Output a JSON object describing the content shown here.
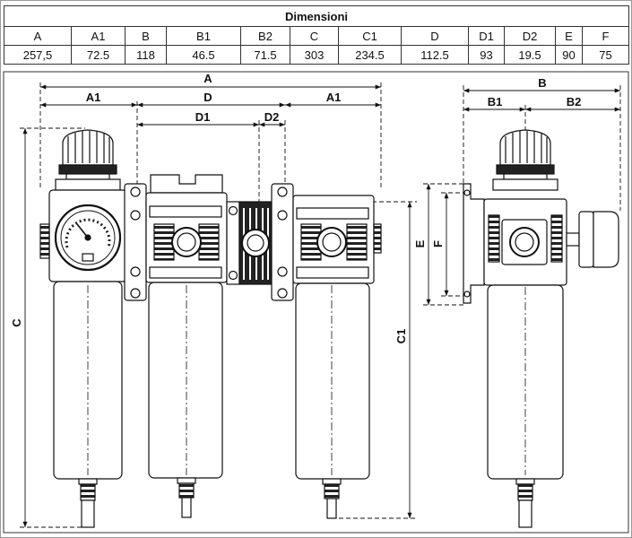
{
  "table": {
    "title": "Dimensioni",
    "headers": [
      "A",
      "A1",
      "B",
      "B1",
      "B2",
      "C",
      "C1",
      "D",
      "D1",
      "D2",
      "E",
      "F"
    ],
    "values": [
      "257,5",
      "72.5",
      "118",
      "46.5",
      "71.5",
      "303",
      "234.5",
      "112.5",
      "93",
      "19.5",
      "90",
      "75"
    ]
  },
  "drawing": {
    "labels": {
      "A": "A",
      "A1_left": "A1",
      "A1_right": "A1",
      "D": "D",
      "D1": "D1",
      "D2": "D2",
      "C": "C",
      "C1": "C1",
      "B": "B",
      "B1": "B1",
      "B2": "B2",
      "E": "E",
      "F": "F"
    }
  }
}
